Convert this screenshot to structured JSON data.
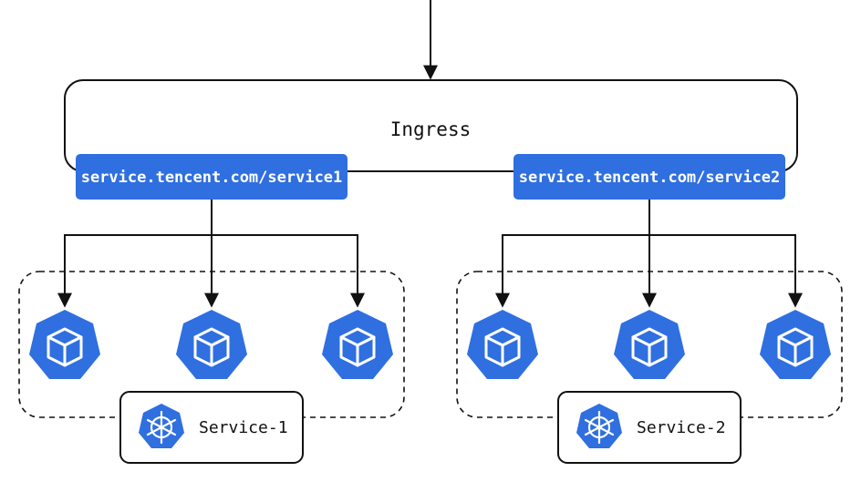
{
  "ingress": {
    "label": "Ingress"
  },
  "routes": [
    {
      "path": "service.tencent.com/service1"
    },
    {
      "path": "service.tencent.com/service2"
    }
  ],
  "services": [
    {
      "name": "Service-1",
      "pod_count": 3
    },
    {
      "name": "Service-2",
      "pod_count": 3
    }
  ],
  "icons": {
    "pod": "pod-cube-icon",
    "service": "kubernetes-helm-icon"
  },
  "colors": {
    "accent": "#2f6fe0",
    "stroke": "#111111",
    "background": "#ffffff"
  }
}
